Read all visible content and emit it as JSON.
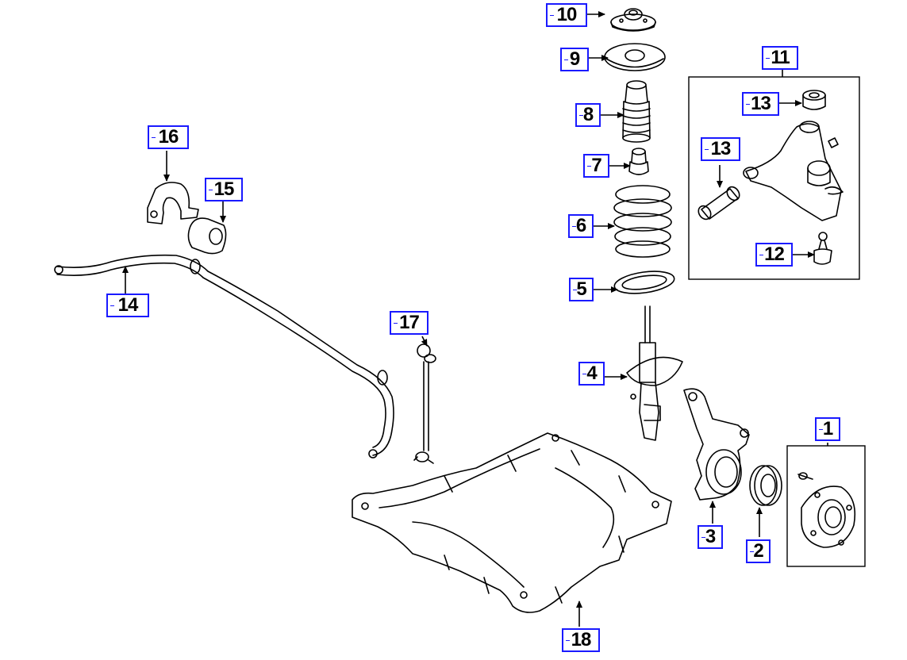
{
  "callouts": [
    {
      "id": "1",
      "label": "1"
    },
    {
      "id": "2",
      "label": "2"
    },
    {
      "id": "3",
      "label": "3"
    },
    {
      "id": "4",
      "label": "4"
    },
    {
      "id": "5",
      "label": "5"
    },
    {
      "id": "6",
      "label": "6"
    },
    {
      "id": "7",
      "label": "7"
    },
    {
      "id": "8",
      "label": "8"
    },
    {
      "id": "9",
      "label": "9"
    },
    {
      "id": "10",
      "label": "10"
    },
    {
      "id": "11",
      "label": "11"
    },
    {
      "id": "12",
      "label": "12"
    },
    {
      "id": "13a",
      "label": "13"
    },
    {
      "id": "13b",
      "label": "13"
    },
    {
      "id": "14",
      "label": "14"
    },
    {
      "id": "15",
      "label": "15"
    },
    {
      "id": "16",
      "label": "16"
    },
    {
      "id": "17",
      "label": "17"
    },
    {
      "id": "18",
      "label": "18"
    }
  ],
  "colors": {
    "callout_border": "#1a1aff",
    "line": "#000000",
    "background": "#ffffff"
  }
}
